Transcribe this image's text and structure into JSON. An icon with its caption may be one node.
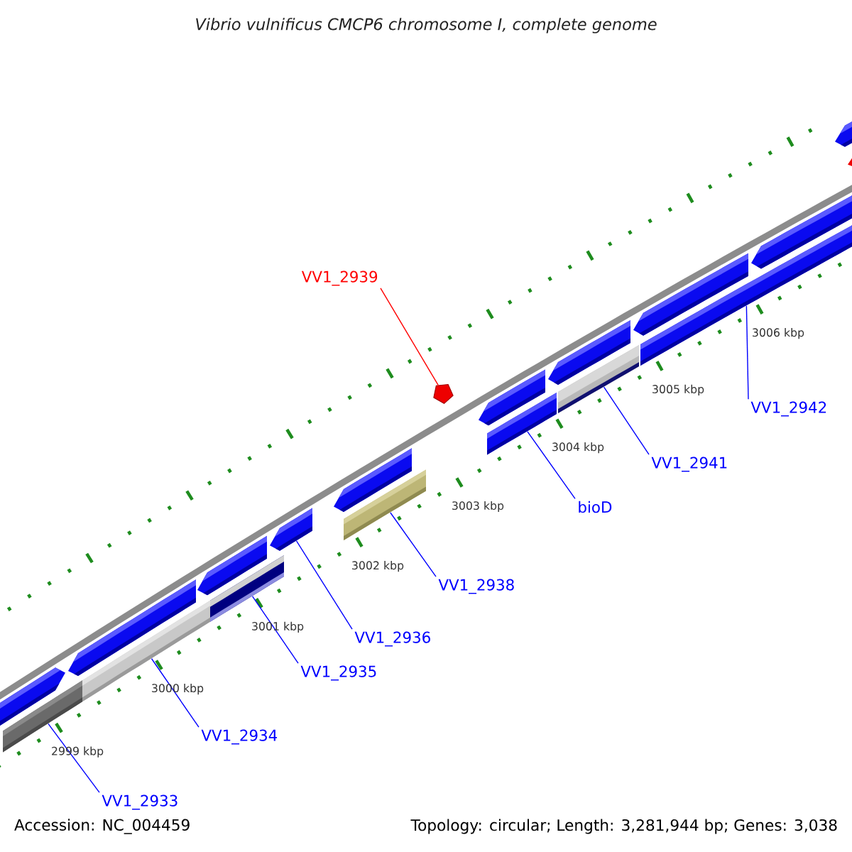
{
  "diagram": {
    "title": "Vibrio vulnificus CMCP6 chromosome I, complete genome",
    "nodes": [
      {
        "text": [
          "VV1_2939"
        ]
      },
      {
        "text": [],
        "shape": "pentagon"
      },
      {
        "text": [
          "VV1_2942"
        ]
      },
      {
        "text": [
          "VV1_2941"
        ]
      },
      {
        "text": [
          "bioD"
        ]
      },
      {
        "text": [
          "VV1_2938"
        ]
      },
      {
        "text": [
          "VV1_2936"
        ]
      },
      {
        "text": [
          "VV1_2935"
        ]
      },
      {
        "text": [
          "VV1_2934"
        ]
      },
      {
        "text": [
          "VV1_2933"
        ]
      },
      {
        "text": [],
        "shape": "bar"
      },
      {
        "text": [],
        "shape": "bar"
      },
      {
        "text": [],
        "shape": "bar"
      },
      {
        "text": [],
        "shape": "bar"
      },
      {
        "text": [],
        "shape": "bar"
      },
      {
        "text": [],
        "shape": "bar"
      },
      {
        "text": [],
        "shape": "bar"
      },
      {
        "text": [],
        "shape": "bar"
      },
      {
        "text": [],
        "shape": "bar"
      },
      {
        "text": [],
        "shape": "bar"
      },
      {
        "text": [],
        "shape": "bar"
      },
      {
        "text": [],
        "shape": "bar"
      },
      {
        "text": [],
        "shape": "bar"
      },
      {
        "text": [],
        "shape": "bar"
      },
      {
        "text": [],
        "shape": "bar"
      },
      {
        "text": [],
        "shape": "bar"
      },
      {
        "text": [],
        "shape": "bar"
      },
      {
        "text": [],
        "shape": "bar"
      }
    ],
    "edges": [
      {
        "from": 0,
        "to": 1,
        "arrow": "none",
        "color": "#ff0000"
      },
      {
        "from": 2,
        "to": 27,
        "arrow": "none"
      },
      {
        "from": 3,
        "to": 26,
        "arrow": "none"
      },
      {
        "from": 4,
        "to": 25,
        "arrow": "none"
      },
      {
        "from": 5,
        "to": 24,
        "arrow": "none"
      },
      {
        "from": 6,
        "to": 15,
        "arrow": "none"
      },
      {
        "from": 7,
        "to": 23,
        "arrow": "none"
      },
      {
        "from": 8,
        "to": 22,
        "arrow": "none"
      },
      {
        "from": 9,
        "to": 21,
        "arrow": "none"
      }
    ],
    "labels": [
      "2999 kbp",
      "3000 kbp",
      "3001 kbp",
      "3002 kbp",
      "3003 kbp",
      "3004 kbp",
      "3005 kbp",
      "3006 kbp",
      "Accession: NC_004459",
      "Topology: circular; Length: 3,281,944 bp; Genes: 3,038"
    ]
  }
}
